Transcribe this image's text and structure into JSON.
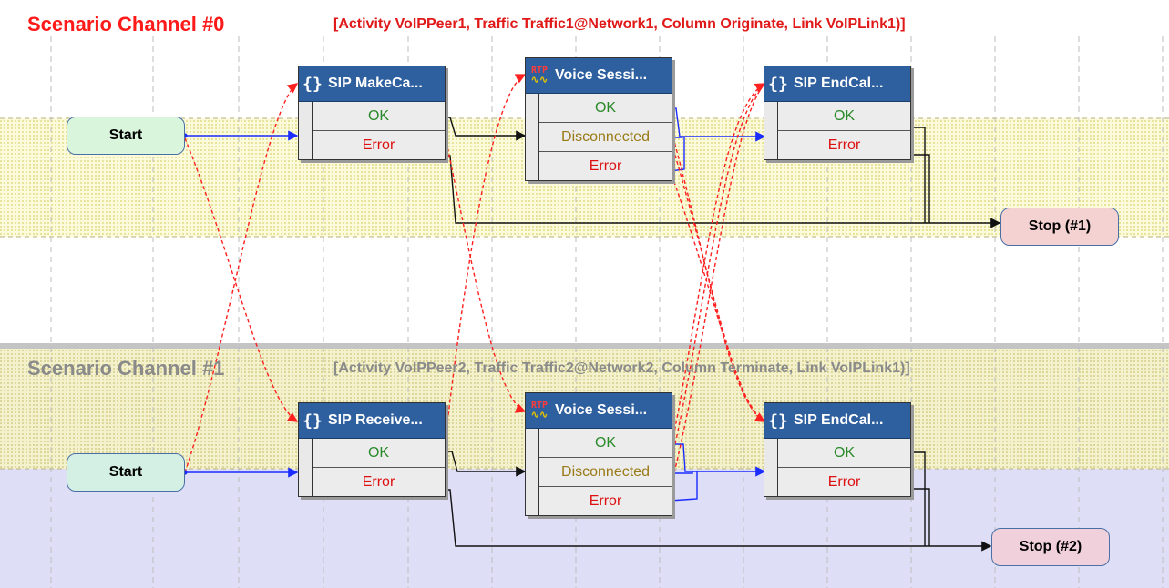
{
  "channels": [
    {
      "title": "Scenario Channel #0",
      "info": "[Activity VoIPPeer1, Traffic Traffic1@Network1, Column Originate, Link VoIPLink1)]",
      "title_color": "#ff1a1a",
      "info_color": "#e01818",
      "start_label": "Start",
      "stop_label": "Stop (#1)",
      "activities": [
        {
          "icon": "curly-braces-icon",
          "label": "SIP MakeCa...",
          "outputs": [
            "OK",
            "Error"
          ]
        },
        {
          "icon": "rtp-icon",
          "label": "Voice Sessi...",
          "outputs": [
            "OK",
            "Disconnected",
            "Error"
          ]
        },
        {
          "icon": "curly-braces-icon",
          "label": "SIP EndCal...",
          "outputs": [
            "OK",
            "Error"
          ]
        }
      ]
    },
    {
      "title": "Scenario Channel #1",
      "info": "[Activity VoIPPeer2, Traffic Traffic2@Network2, Column Terminate, Link VoIPLink1)]",
      "title_color": "#8a8a8a",
      "info_color": "#8a8a8a",
      "start_label": "Start",
      "stop_label": "Stop (#2)",
      "activities": [
        {
          "icon": "curly-braces-icon",
          "label": "SIP Receive...",
          "outputs": [
            "OK",
            "Error"
          ]
        },
        {
          "icon": "rtp-icon",
          "label": "Voice Sessi...",
          "outputs": [
            "OK",
            "Disconnected",
            "Error"
          ]
        },
        {
          "icon": "curly-braces-icon",
          "label": "SIP EndCal...",
          "outputs": [
            "OK",
            "Error"
          ]
        }
      ]
    }
  ],
  "icons": {
    "curly": "{}",
    "rtp": "RTP"
  },
  "colors": {
    "flow_blue": "#1a2cff",
    "flow_black": "#111111",
    "sync_red": "#ff2020",
    "header_blue": "#2e5f9e",
    "start_fill": "#d9f5dc",
    "stop_fill": "#f5d2d2",
    "band_yellow": "#f7f5c0",
    "band_lavender": "#dedff7",
    "ok_green": "#2a8a2a",
    "error_red": "#dd1111",
    "disconnected_gold": "#9a7a16"
  }
}
